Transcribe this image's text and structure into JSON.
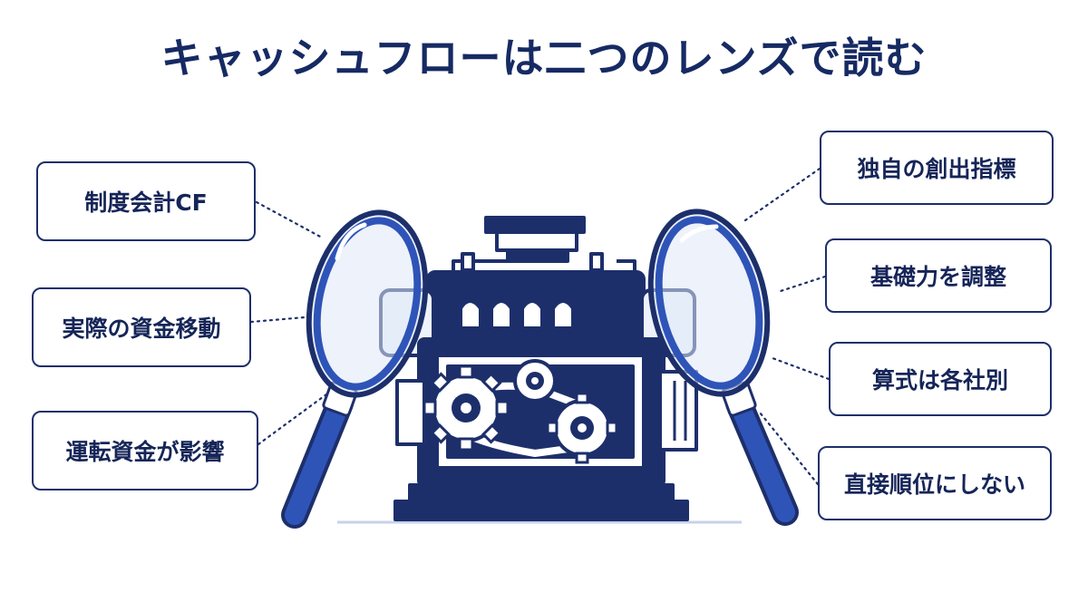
{
  "title": "キャッシュフローは二つのレンズで読む",
  "left_lens": {
    "labels": [
      "制度会計CF",
      "実際の資金移動",
      "運転資金が影響"
    ]
  },
  "right_lens": {
    "labels": [
      "独自の創出指標",
      "基礎力を調整",
      "算式は各社別",
      "直接順位にしない"
    ]
  },
  "colors": {
    "navy": "#1d2f6b",
    "lens_blue": "#2f54b8",
    "glass": "#dfe8f7"
  }
}
